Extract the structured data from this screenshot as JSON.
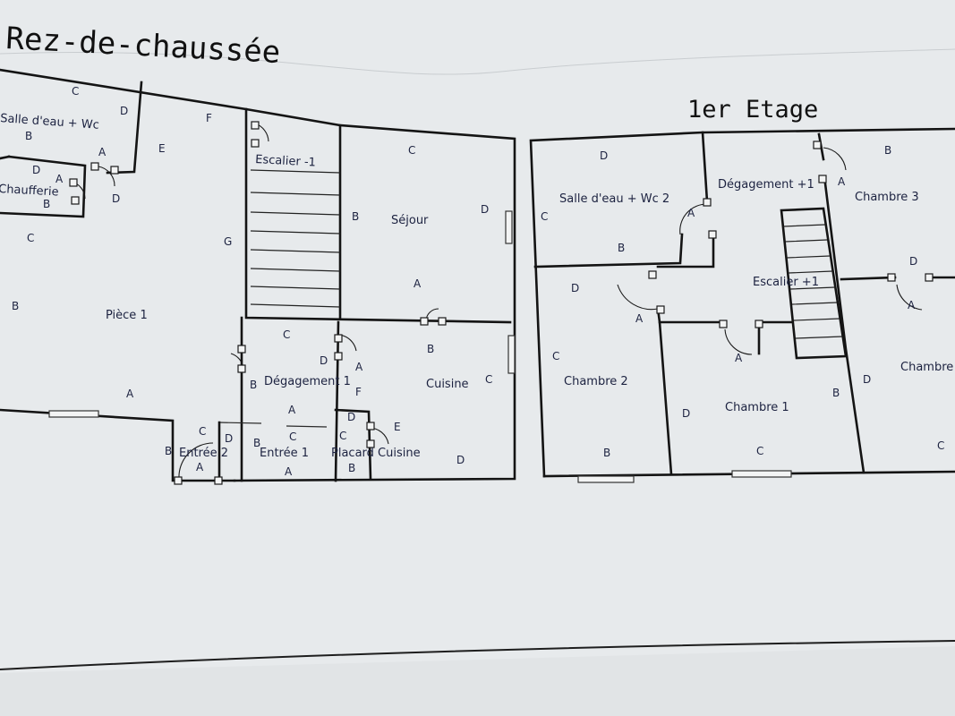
{
  "titles": {
    "ground": "Rez-de-chaussée",
    "first": "1er Etage"
  },
  "rooms": {
    "salle_eau": "Salle d'eau + Wc",
    "chaufferie": "Chaufferie",
    "piece1": "Pièce 1",
    "escalier_down": "Escalier -1",
    "sejour": "Séjour",
    "degagement1": "Dégagement 1",
    "cuisine": "Cuisine",
    "entree2": "Entrée 2",
    "entree1": "Entrée 1",
    "placard": "Placard Cuisine",
    "salle_eau2": "Salle d'eau + Wc 2",
    "degagement_plus1": "Dégagement +1",
    "chambre3": "Chambre 3",
    "escalier_up": "Escalier +1",
    "chambre2": "Chambre 2",
    "chambre1": "Chambre 1",
    "chambre4": "Chambre"
  },
  "letters": {
    "A": "A",
    "B": "B",
    "C": "C",
    "D": "D",
    "E": "E",
    "F": "F",
    "G": "G"
  }
}
